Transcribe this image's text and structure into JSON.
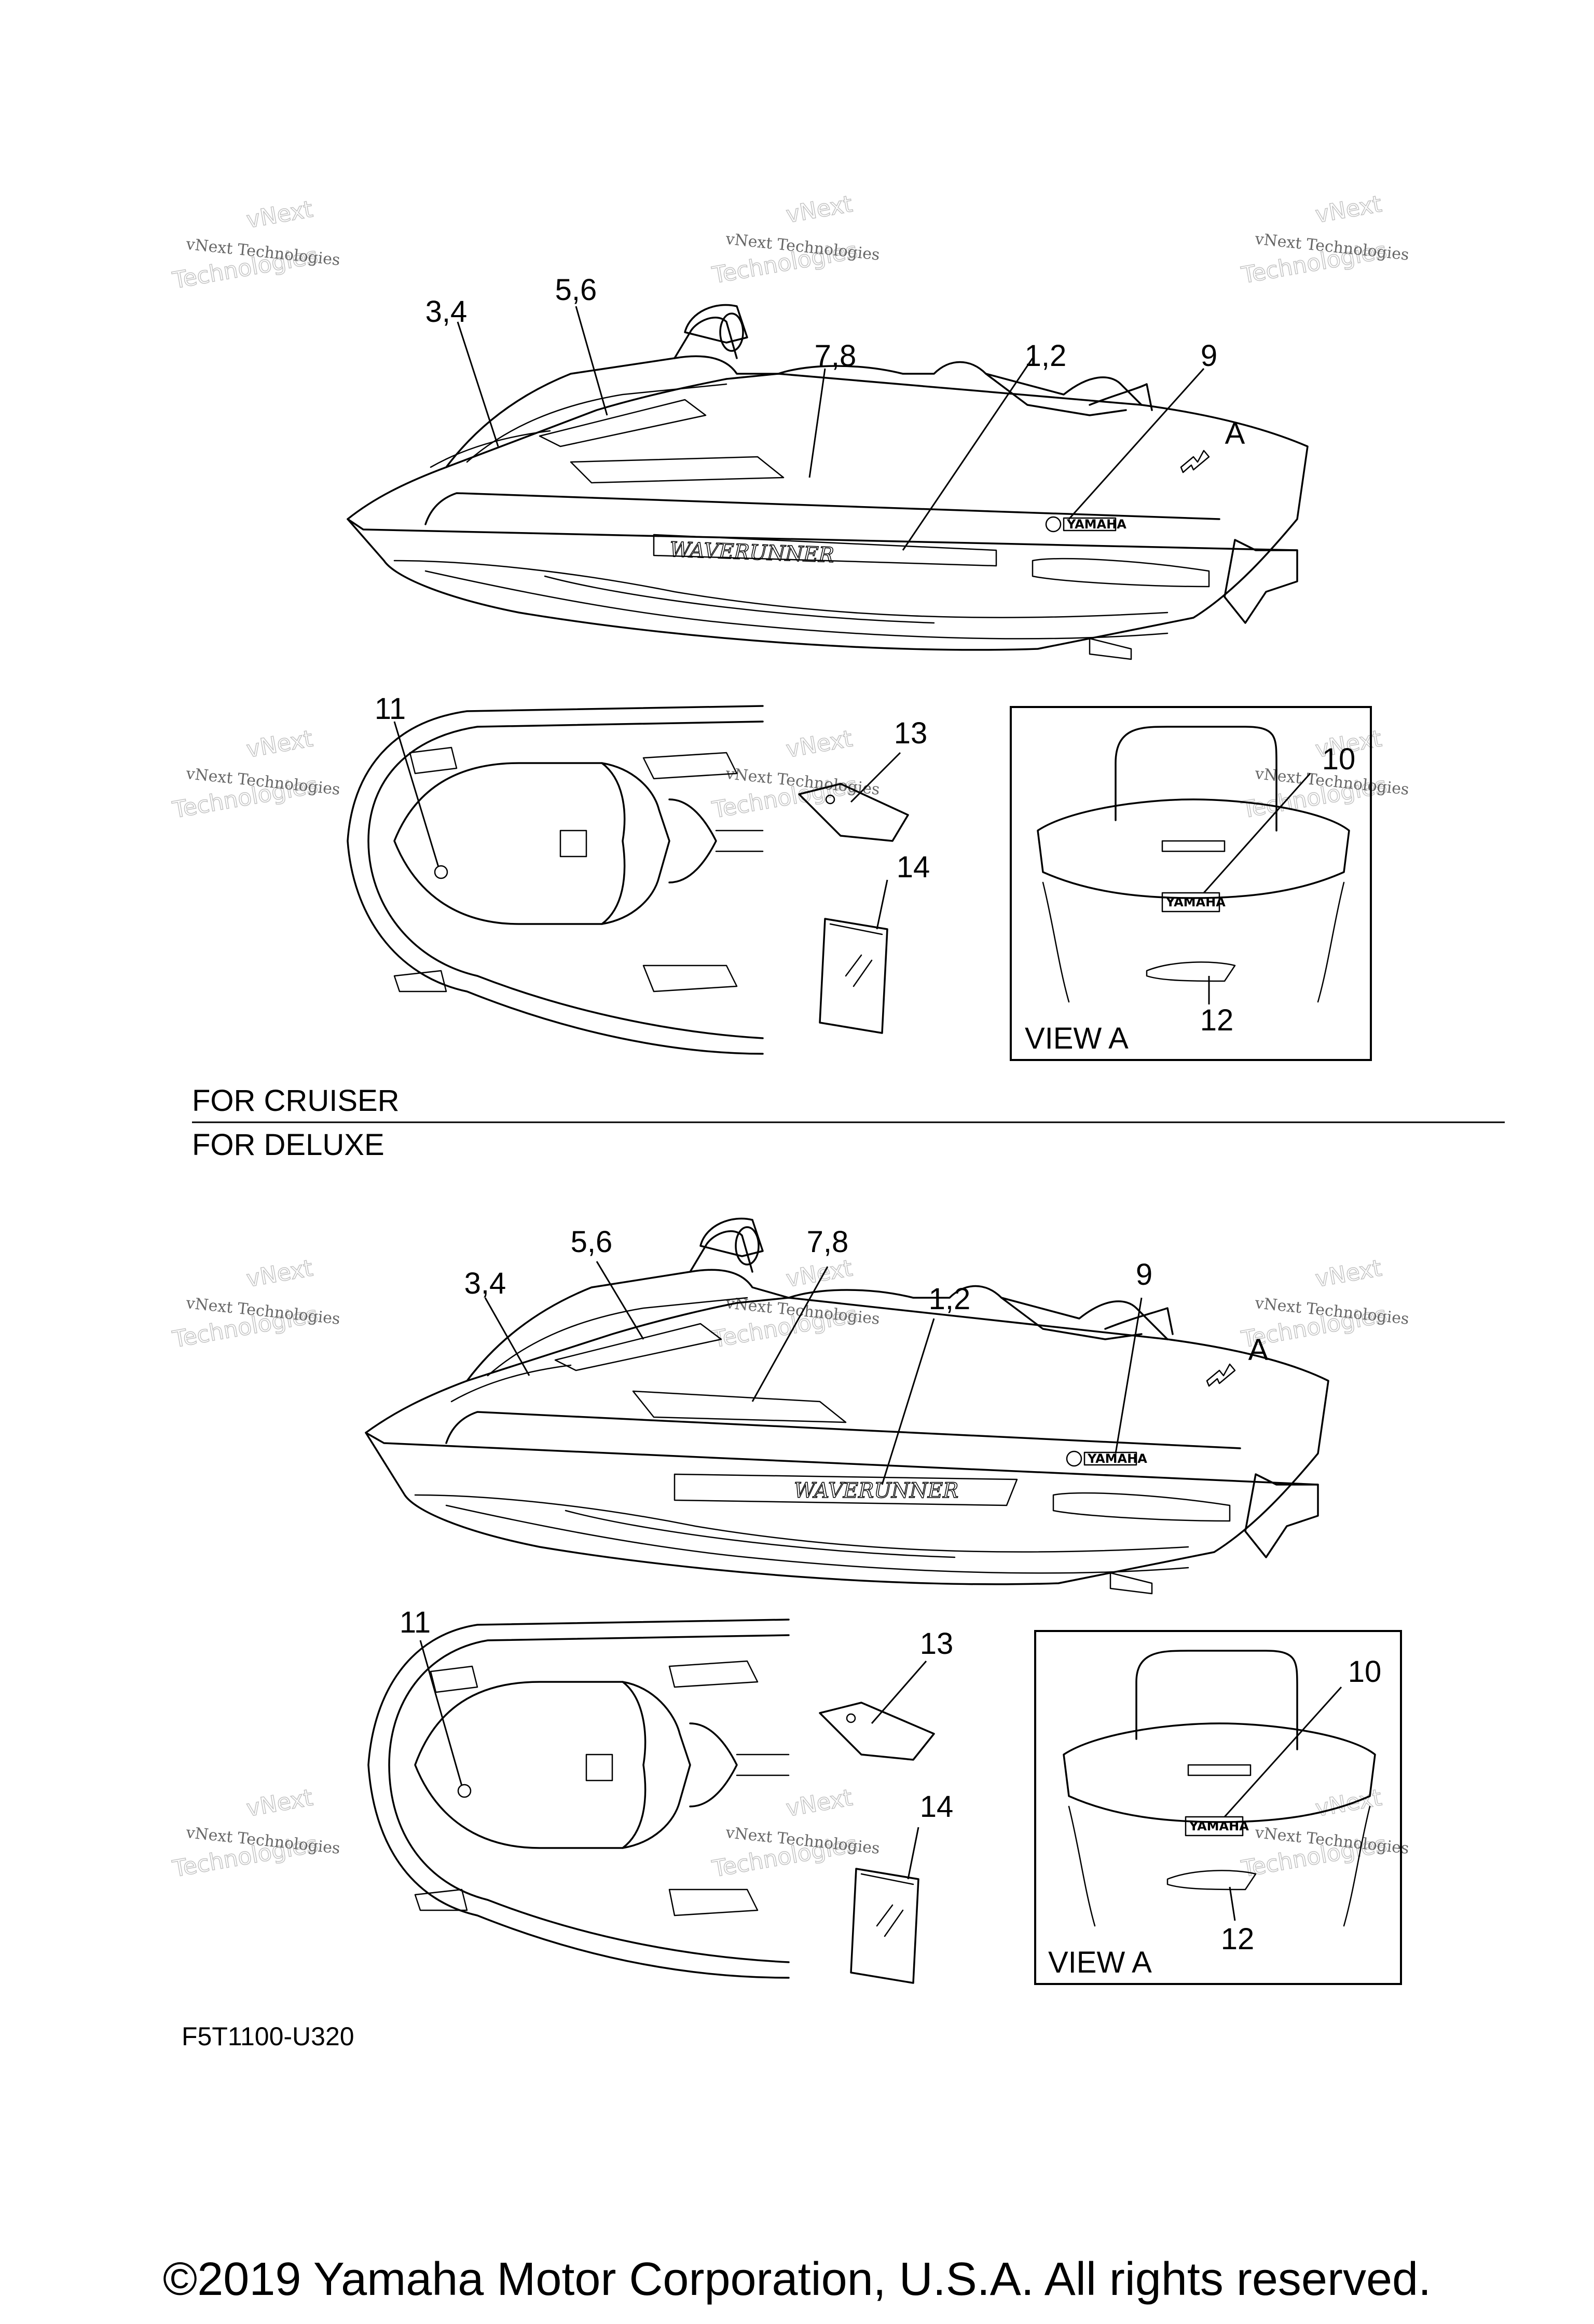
{
  "watermark": {
    "line1": "vNext",
    "line2": "vNext Technologies",
    "line3": "Technologies"
  },
  "cruiser": {
    "callouts": [
      "3,4",
      "5,6",
      "7,8",
      "1,2",
      "9",
      "A",
      "11",
      "13",
      "14",
      "10",
      "12"
    ],
    "view_label": "VIEW A",
    "section_label": "FOR CRUISER",
    "decals": {
      "waverunner": "WAVERUNNER",
      "yamaha_side": "YAMAHA",
      "yamaha_rear": "YAMAHA"
    }
  },
  "deluxe": {
    "section_label": "FOR DELUXE",
    "callouts": [
      "3,4",
      "5,6",
      "7,8",
      "1,2",
      "9",
      "A",
      "11",
      "13",
      "14",
      "10",
      "12"
    ],
    "view_label": "VIEW A",
    "decals": {
      "waverunner": "WAVERUNNER",
      "yamaha_side": "YAMAHA",
      "yamaha_rear": "YAMAHA"
    }
  },
  "part_code": "F5T1100-U320",
  "copyright": "©2019 Yamaha Motor Corporation, U.S.A. All rights reserved."
}
